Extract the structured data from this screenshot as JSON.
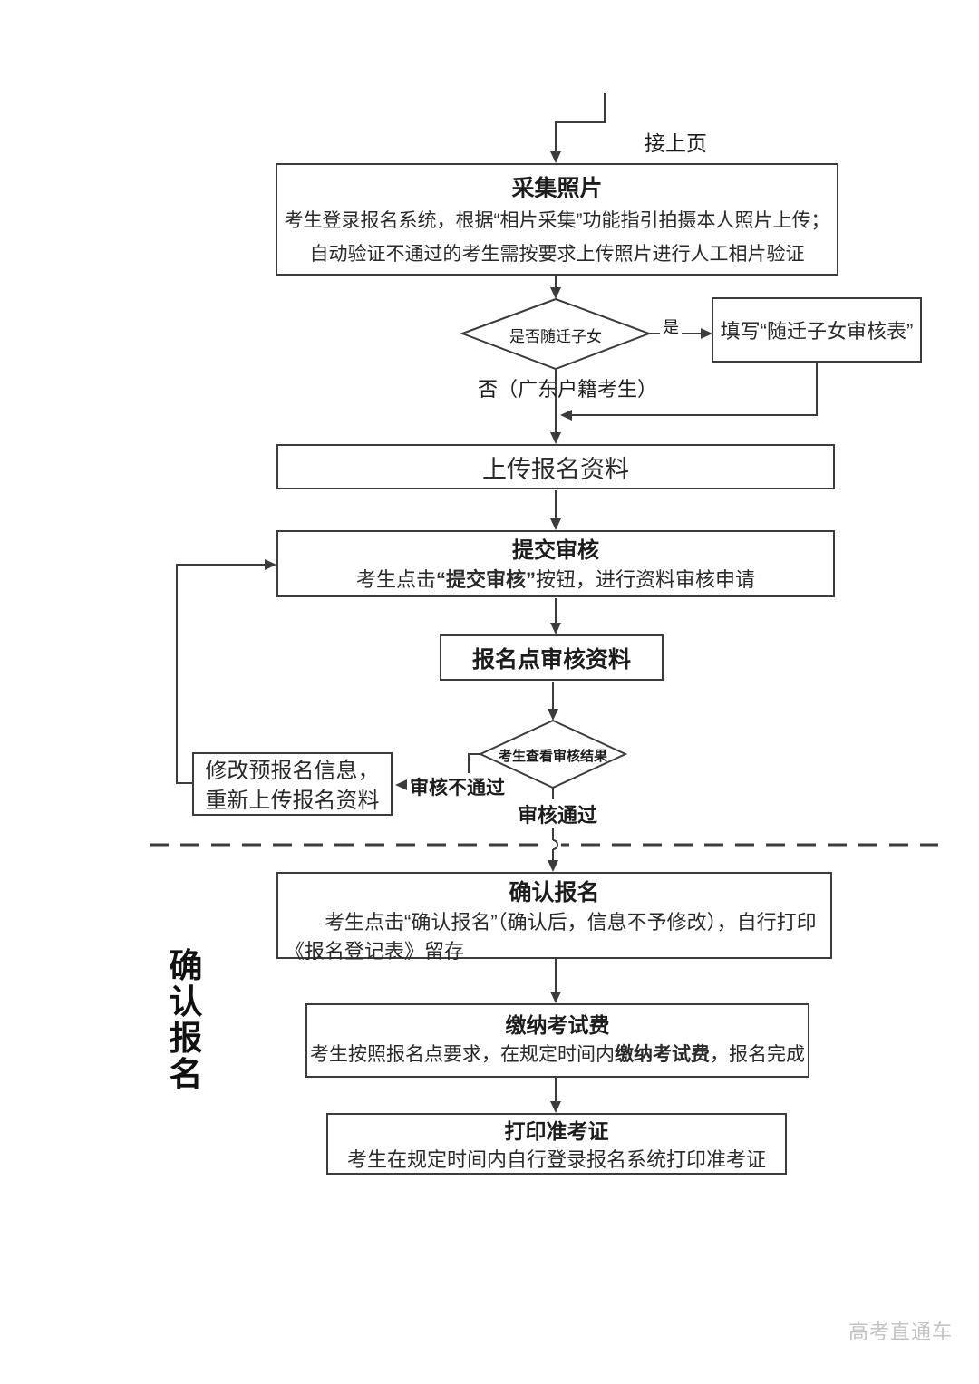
{
  "page": {
    "continued_label": "接上页",
    "vertical_section_label": "确认报名",
    "watermark": "高考直通车"
  },
  "nodes": {
    "collect_photo": {
      "title": "采集照片",
      "line1": "考生登录报名系统，根据“相片采集”功能指引拍摄本人照片上传；",
      "line2": "自动验证不通过的考生需按要求上传照片进行人工相片验证"
    },
    "migrant_decision": {
      "question": "是否随迁子女",
      "yes": "是",
      "no": "否（广东户籍考生）"
    },
    "migrant_form": {
      "label": "填写“随迁子女审核表”"
    },
    "upload": {
      "label": "上传报名资料"
    },
    "submit": {
      "title": "提交审核",
      "body_pre": "考生点击",
      "body_bold": "“提交审核”",
      "body_post": "按钮，进行资料审核申请"
    },
    "site_review": {
      "label": "报名点审核资料"
    },
    "review_result": {
      "question": "考生查看审核结果",
      "fail": "审核不通过",
      "pass": "审核通过"
    },
    "modify": {
      "line1": "修改预报名信息，",
      "line2": "重新上传报名资料"
    },
    "confirm": {
      "title": "确认报名",
      "body": "考生点击“确认报名”（确认后，信息不予修改），自行打印《报名登记表》留存"
    },
    "pay": {
      "title": "缴纳考试费",
      "body_pre": "考生按照报名点要求，在规定时间内",
      "body_bold": "缴纳考试费",
      "body_post": "，报名完成"
    },
    "print": {
      "title": "打印准考证",
      "body": "考生在规定时间内自行登录报名系统打印准考证"
    }
  }
}
